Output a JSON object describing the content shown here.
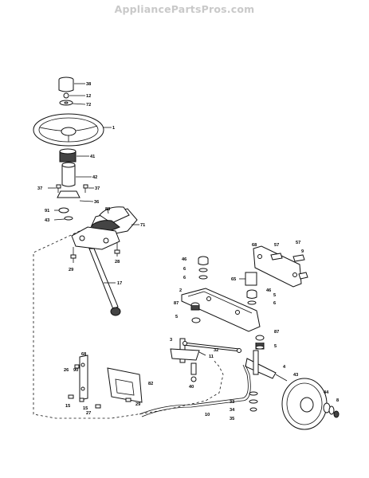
{
  "watermark": "AppliancePartsPros.com",
  "callouts": {
    "c38": "38",
    "c12": "12",
    "c72": "72",
    "c1": "1",
    "c41": "41",
    "c42": "42",
    "c37a": "37",
    "c37b": "37",
    "c36": "36",
    "c91": "91",
    "c43a": "43",
    "c88": "88",
    "c71": "71",
    "c29a": "29",
    "c28": "28",
    "c17": "17",
    "c46a": "46",
    "c6a": "6",
    "c6b": "6",
    "c2": "2",
    "c87a": "87",
    "c5a": "5",
    "c65": "65",
    "c46b": "46",
    "c5b": "5",
    "c6c": "6",
    "c68a": "68",
    "c57a": "57",
    "c57b": "57",
    "c9": "9",
    "c87b": "87",
    "c5c": "5",
    "c3": "3",
    "c11": "11",
    "c40": "40",
    "c32": "32",
    "c4": "4",
    "c43b": "43",
    "c44": "44",
    "c8": "8",
    "c33": "33",
    "c34": "34",
    "c35": "35",
    "c68b": "68",
    "c26": "26",
    "c90": "90",
    "c82": "82",
    "c15a": "15",
    "c15b": "15",
    "c27": "27",
    "c29b": "29",
    "c10": "10"
  }
}
